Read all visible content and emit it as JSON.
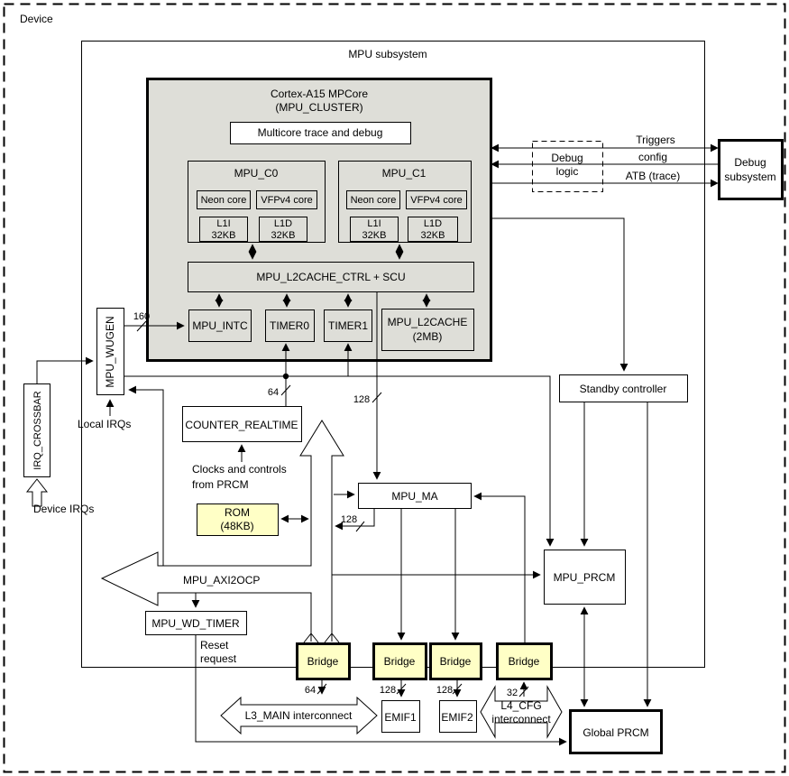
{
  "device": {
    "label": "Device"
  },
  "subsystem": {
    "label": "MPU subsystem"
  },
  "cluster": {
    "title": "Cortex-A15 MPCore",
    "subtitle": "(MPU_CLUSTER)",
    "trace_box": "Multicore trace and debug",
    "c0": {
      "title": "MPU_C0",
      "neon": "Neon core",
      "vfp": "VFPv4 core",
      "l1i_line1": "L1I",
      "l1i_line2": "32KB",
      "l1d_line1": "L1D",
      "l1d_line2": "32KB"
    },
    "c1": {
      "title": "MPU_C1",
      "neon": "Neon core",
      "vfp": "VFPv4 core",
      "l1i_line1": "L1I",
      "l1i_line2": "32KB",
      "l1d_line1": "L1D",
      "l1d_line2": "32KB"
    },
    "scu": "MPU_L2CACHE_CTRL + SCU",
    "intc": "MPU_INTC",
    "timer0": "TIMER0",
    "timer1": "TIMER1",
    "l2_line1": "MPU_L2CACHE",
    "l2_line2": "(2MB)"
  },
  "debug": {
    "logic_line1": "Debug",
    "logic_line2": "logic",
    "subsystem_line1": "Debug",
    "subsystem_line2": "subsystem",
    "triggers": "Triggers",
    "config": "config",
    "atb": "ATB (trace)"
  },
  "left": {
    "wugen": "MPU_WUGEN",
    "crossbar": "IRQ_CROSSBAR",
    "local_irqs": "Local IRQs",
    "device_irqs": "Device IRQs"
  },
  "mid": {
    "counter": "COUNTER_REALTIME",
    "clocks_line1": "Clocks and controls",
    "clocks_line2": "from PRCM",
    "rom_line1": "ROM",
    "rom_line2": "(48KB)",
    "ma": "MPU_MA",
    "axi2ocp": "MPU_AXI2OCP",
    "wd_timer": "MPU_WD_TIMER",
    "reset_line1": "Reset",
    "reset_line2": "request"
  },
  "right": {
    "standby": "Standby controller",
    "mpu_prcm": "MPU_PRCM",
    "global_prcm": "Global PRCM"
  },
  "bottom": {
    "bridge": "Bridge",
    "l3": "L3_MAIN interconnect",
    "l4_line1": "L4_CFG",
    "l4_line2": "interconnect",
    "emif1": "EMIF1",
    "emif2": "EMIF2"
  },
  "bus": {
    "w160": "160",
    "w64": "64",
    "w128": "128",
    "w32": "32"
  },
  "colors": {
    "memory_yellow": "#FFFFC6",
    "cluster_gray": "#DEDED8",
    "line_black": "#000000"
  }
}
